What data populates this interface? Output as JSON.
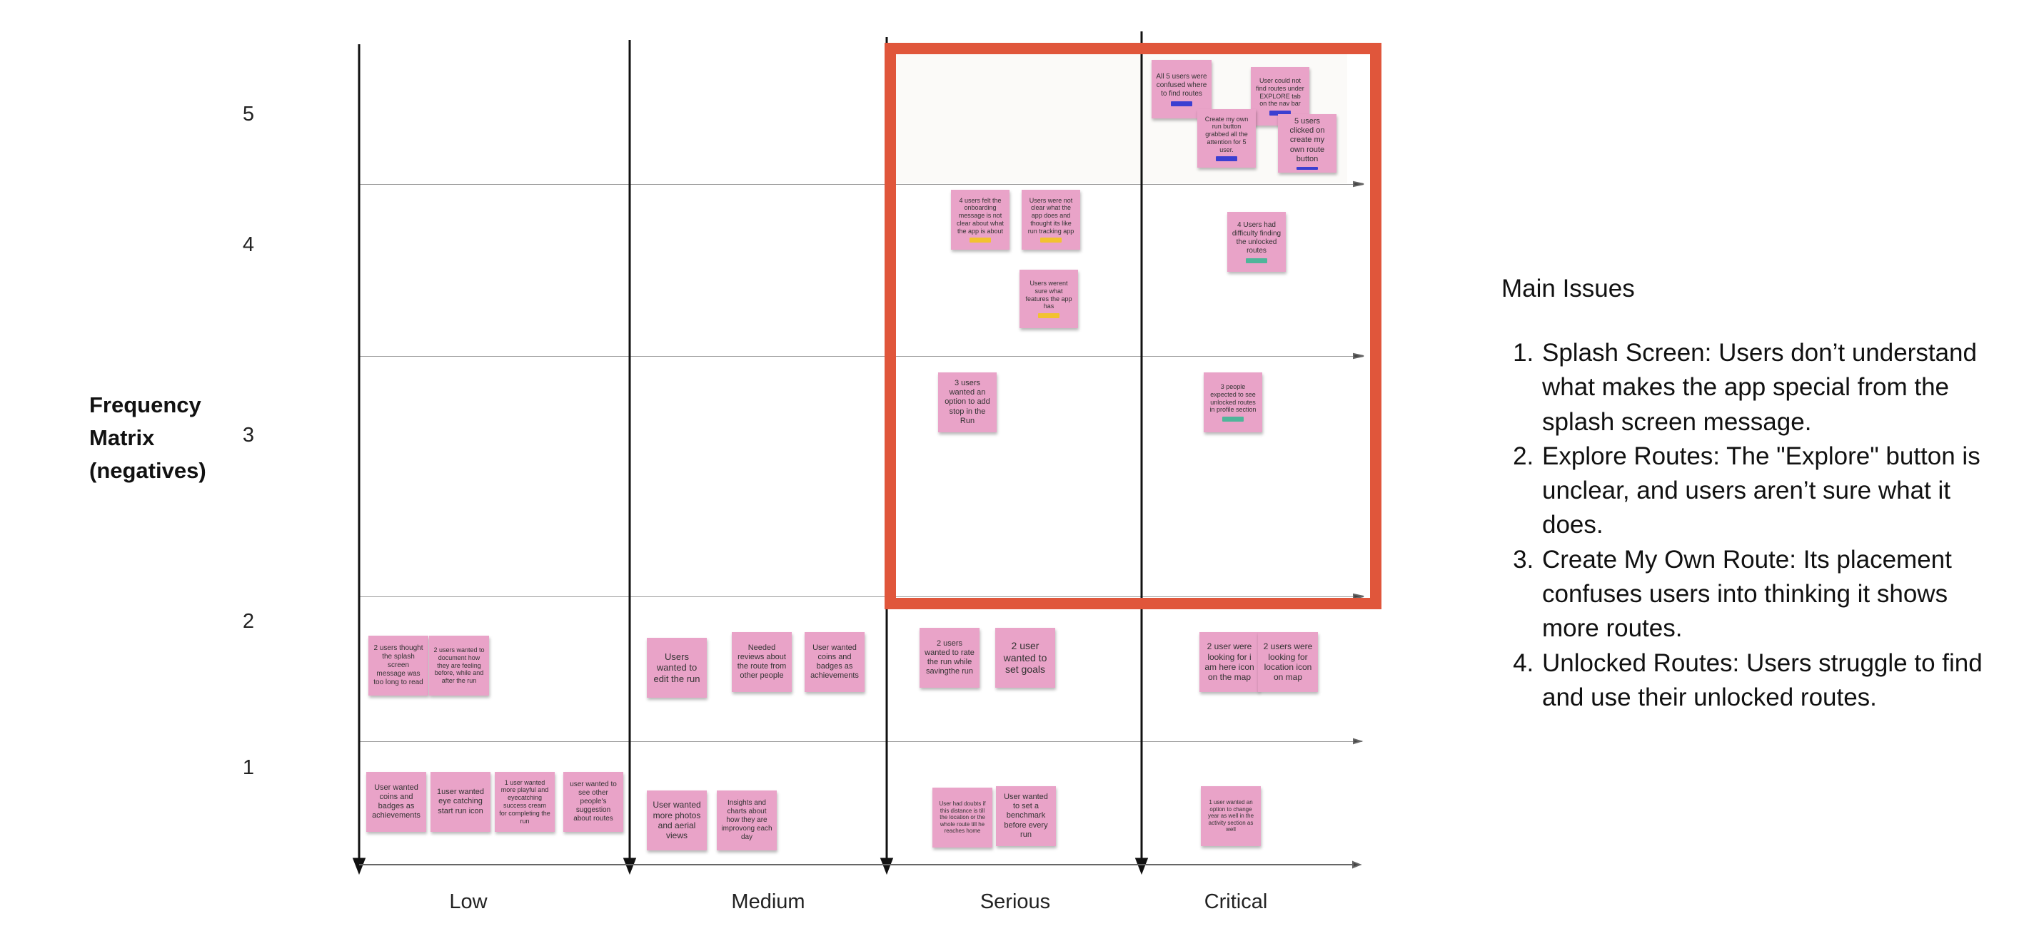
{
  "title": "Frequency Matrix (negatives)",
  "row_labels": [
    "5",
    "4",
    "3",
    "2",
    "1"
  ],
  "column_labels": [
    "Low",
    "Medium",
    "Serious",
    "Critical"
  ],
  "highlight_color": "#e0563b",
  "sticky_color": "#e9a3c8",
  "notes": [
    {
      "text": "All 5 users were confused where to find routes",
      "tag": "#3b3fd1"
    },
    {
      "text": "User could not find routes under EXPLORE tab on the nav bar",
      "tag": "#3b3fd1"
    },
    {
      "text": "Create my own run button grabbed all the attention for 5 user.",
      "tag": "#3b3fd1"
    },
    {
      "text": "5 users clicked on create my own route button",
      "tag": "#3b3fd1"
    },
    {
      "text": "4 users felt the onboarding message is not clear about what the app is about",
      "tag": "#f2c230"
    },
    {
      "text": "Users were not clear what the app does and thought its like run tracking app",
      "tag": "#f2c230"
    },
    {
      "text": "Users werent sure what features the app has",
      "tag": "#f2c230"
    },
    {
      "text": "4 Users had difficulty finding the unlocked routes",
      "tag": "#4fb59a"
    },
    {
      "text": "3 users wanted an option to add stop in the Run",
      "tag": ""
    },
    {
      "text": "3 people expected to see unlocked routes in profile section",
      "tag": "#4fb59a"
    },
    {
      "text": "2 users thought the splash screen message was too long to read",
      "tag": ""
    },
    {
      "text": "2 users wanted to document how they are feeling before, while and after the run",
      "tag": ""
    },
    {
      "text": "Users wanted to edit the run",
      "tag": ""
    },
    {
      "text": "Needed reviews about the route from other people",
      "tag": ""
    },
    {
      "text": "User wanted coins and badges as achievements",
      "tag": ""
    },
    {
      "text": "2 users wanted to rate the run while savingthe run",
      "tag": ""
    },
    {
      "text": "2 user wanted to set goals",
      "tag": ""
    },
    {
      "text": "2 user were looking for i am here icon on the map",
      "tag": ""
    },
    {
      "text": "2 users were looking for location icon on map",
      "tag": ""
    },
    {
      "text": "User wanted coins and badges as achievements",
      "tag": ""
    },
    {
      "text": "1user wanted eye catching start run icon",
      "tag": ""
    },
    {
      "text": "1 user wanted more playful and eyecatching success cream for completing the run",
      "tag": ""
    },
    {
      "text": "user wanted to see other people's suggestion about routes",
      "tag": ""
    },
    {
      "text": "User wanted more photos and aerial views",
      "tag": ""
    },
    {
      "text": "Insights and charts about how they are improvong each day",
      "tag": ""
    },
    {
      "text": "User had doubts if this distance is till the location or the whole route till he reaches home",
      "tag": ""
    },
    {
      "text": "User wanted to set a benchmark before every run",
      "tag": ""
    },
    {
      "text": "1 user wanted an option to change year as well in the activity section as well",
      "tag": ""
    }
  ],
  "issues": {
    "heading": "Main Issues",
    "items": [
      "Splash Screen: Users don’t understand what makes the app special from the splash screen message.",
      "Explore Routes: The \"Explore\" button is unclear, and users aren’t sure what it does.",
      "Create My Own Route: Its placement confuses users into thinking it shows more routes.",
      "Unlocked Routes: Users struggle to find and use their unlocked routes."
    ]
  }
}
